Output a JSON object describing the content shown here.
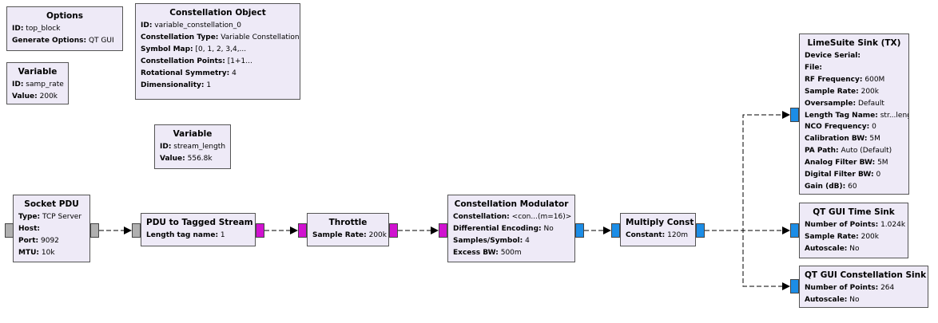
{
  "blocks": {
    "options": {
      "title": "Options",
      "params": [
        {
          "k": "ID:",
          "v": "top_block"
        },
        {
          "k": "Generate Options:",
          "v": "QT GUI"
        }
      ]
    },
    "variable_samp_rate": {
      "title": "Variable",
      "params": [
        {
          "k": "ID:",
          "v": "samp_rate"
        },
        {
          "k": "Value:",
          "v": "200k"
        }
      ]
    },
    "constellation_object": {
      "title": "Constellation Object",
      "params": [
        {
          "k": "ID:",
          "v": "variable_constellation_0"
        },
        {
          "k": "Constellation Type:",
          "v": "Variable Constellation"
        },
        {
          "k": "Symbol Map:",
          "v": "[0, 1, 2, 3,4,..."
        },
        {
          "k": "Constellation Points:",
          "v": "[1+1..."
        },
        {
          "k": "Rotational Symmetry:",
          "v": "4"
        },
        {
          "k": "Dimensionality:",
          "v": "1"
        }
      ]
    },
    "variable_stream_length": {
      "title": "Variable",
      "params": [
        {
          "k": "ID:",
          "v": "stream_length"
        },
        {
          "k": "Value:",
          "v": "556.8k"
        }
      ]
    },
    "socket_pdu": {
      "title": "Socket PDU",
      "params": [
        {
          "k": "Type:",
          "v": "TCP Server"
        },
        {
          "k": "Host:",
          "v": ""
        },
        {
          "k": "Port:",
          "v": "9092"
        },
        {
          "k": "MTU:",
          "v": "10k"
        }
      ]
    },
    "pdu_to_tagged": {
      "title": "PDU to Tagged Stream",
      "params": [
        {
          "k": "Length tag name:",
          "v": "1"
        }
      ]
    },
    "throttle": {
      "title": "Throttle",
      "params": [
        {
          "k": "Sample Rate:",
          "v": "200k"
        }
      ]
    },
    "constellation_modulator": {
      "title": "Constellation Modulator",
      "params": [
        {
          "k": "Constellation:",
          "v": "<con...(m=16)>"
        },
        {
          "k": "Differential Encoding:",
          "v": "No"
        },
        {
          "k": "Samples/Symbol:",
          "v": "4"
        },
        {
          "k": "Excess BW:",
          "v": "500m"
        }
      ]
    },
    "multiply_const": {
      "title": "Multiply Const",
      "params": [
        {
          "k": "Constant:",
          "v": "120m"
        }
      ]
    },
    "limesuite_sink": {
      "title": "LimeSuite Sink (TX)",
      "params": [
        {
          "k": "Device Serial:",
          "v": ""
        },
        {
          "k": "File:",
          "v": ""
        },
        {
          "k": "RF Frequency:",
          "v": "600M"
        },
        {
          "k": "Sample Rate:",
          "v": "200k"
        },
        {
          "k": "Oversample:",
          "v": "Default"
        },
        {
          "k": "Length Tag Name:",
          "v": "str...length"
        },
        {
          "k": "NCO Frequency:",
          "v": "0"
        },
        {
          "k": "Calibration BW:",
          "v": "5M"
        },
        {
          "k": "PA Path:",
          "v": "Auto (Default)"
        },
        {
          "k": "Analog Filter BW:",
          "v": "5M"
        },
        {
          "k": "Digital Filter BW:",
          "v": "0"
        },
        {
          "k": "Gain (dB):",
          "v": "60"
        }
      ]
    },
    "qt_time_sink": {
      "title": "QT GUI Time Sink",
      "params": [
        {
          "k": "Number of Points:",
          "v": "1.024k"
        },
        {
          "k": "Sample Rate:",
          "v": "200k"
        },
        {
          "k": "Autoscale:",
          "v": "No"
        }
      ]
    },
    "qt_const_sink": {
      "title": "QT GUI Constellation Sink",
      "params": [
        {
          "k": "Number of Points:",
          "v": "264"
        },
        {
          "k": "Autoscale:",
          "v": "No"
        }
      ]
    }
  },
  "colors": {
    "block_fill": "#eeeaf7",
    "complex_port": "#1c8de6",
    "pdu_port": "#d012d0",
    "message_port": "#bdbdbd"
  }
}
